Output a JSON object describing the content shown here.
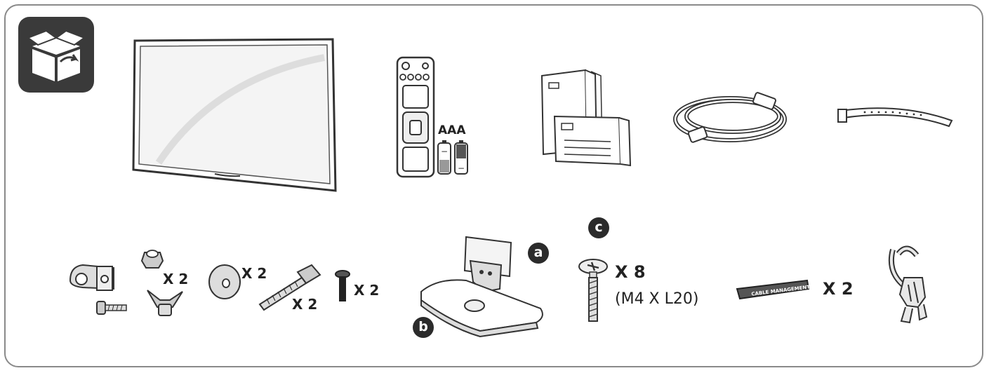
{
  "remote": {
    "battery_label": "AAA"
  },
  "hardware": {
    "nut_qty": "X 2",
    "washer_qty": "X 2",
    "bolt_qty": "X 2",
    "short_screw_qty": "X 2"
  },
  "stand": {
    "label_a": "a",
    "label_b": "b"
  },
  "screws": {
    "label_c": "c",
    "qty": "X 8",
    "spec": "(M4 X L20)"
  },
  "cable_management": {
    "clip_text": "CABLE MANAGEMENT",
    "qty": "X 2"
  },
  "colors": {
    "outline": "#8a8a8a",
    "icon_bg": "#3a3a3a",
    "badge": "#2b2b2b",
    "line": "#333333"
  },
  "icons": [
    "unboxing-icon",
    "tv-icon",
    "remote-icon",
    "battery-icon",
    "manual-icon",
    "power-cord-icon",
    "cable-tie-icon",
    "bracket-icon",
    "cap-nut-icon",
    "wing-nut-icon",
    "washer-icon",
    "bolt-icon",
    "short-screw-icon",
    "stand-icon",
    "stand-screw-icon",
    "cable-management-clip-icon",
    "cable-holder-icon"
  ]
}
